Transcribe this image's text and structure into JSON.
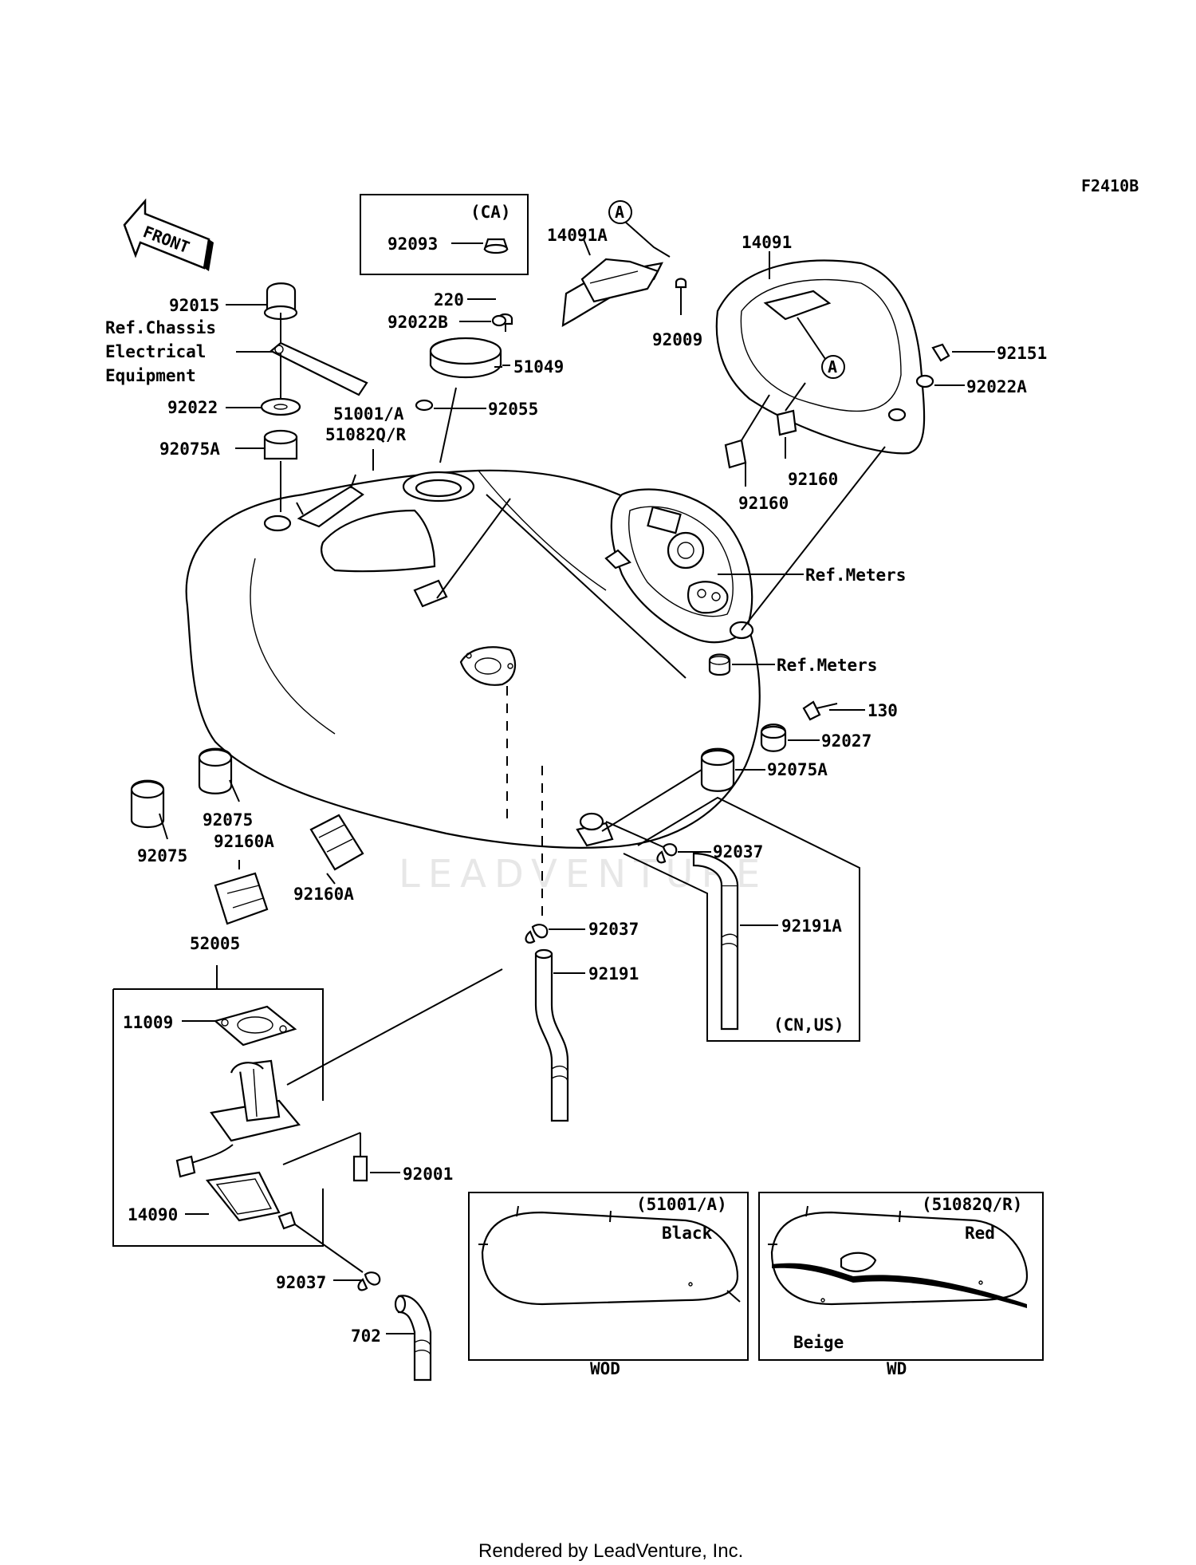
{
  "diagram_code": "F2410B",
  "front_label": "FRONT",
  "watermark": "LEADVENTURE",
  "footer": "Rendered by LeadVenture, Inc.",
  "labels": {
    "p92015": "92015",
    "ref_chassis_1": "Ref.Chassis",
    "ref_chassis_2": "Electrical",
    "ref_chassis_3": "Equipment",
    "p92022": "92022",
    "p92075A_top": "92075A",
    "p51001A": "51001/A",
    "p51082QR": "51082Q/R",
    "ca": "(CA)",
    "p92093": "92093",
    "p220": "220",
    "p92022B": "92022B",
    "p51049": "51049",
    "p92055": "92055",
    "p14091A": "14091A",
    "p92009": "92009",
    "p14091": "14091",
    "p92151": "92151",
    "p92022A": "92022A",
    "p92160_a": "92160",
    "p92160_b": "92160",
    "ref_meters_1": "Ref.Meters",
    "ref_meters_2": "Ref.Meters",
    "p130": "130",
    "p92027": "92027",
    "p92075A_mid": "92075A",
    "p92075_a": "92075",
    "p92075_b": "92075",
    "p92160A_a": "92160A",
    "p92160A_b": "92160A",
    "p92037_a": "92037",
    "p92037_b": "92037",
    "p92037_c": "92037",
    "p92191A": "92191A",
    "cn_us": "(CN,US)",
    "p92191": "92191",
    "p52005": "52005",
    "p11009": "11009",
    "p92001": "92001",
    "p14090": "14090",
    "p702": "702",
    "callout_a": "A",
    "callout_a2": "A"
  },
  "variants": [
    {
      "code": "(51001/A)",
      "color_1": "Black",
      "color_2": "",
      "footer": "WOD"
    },
    {
      "code": "(51082Q/R)",
      "color_1": "Red",
      "color_2": "Beige",
      "footer": "WD"
    }
  ]
}
